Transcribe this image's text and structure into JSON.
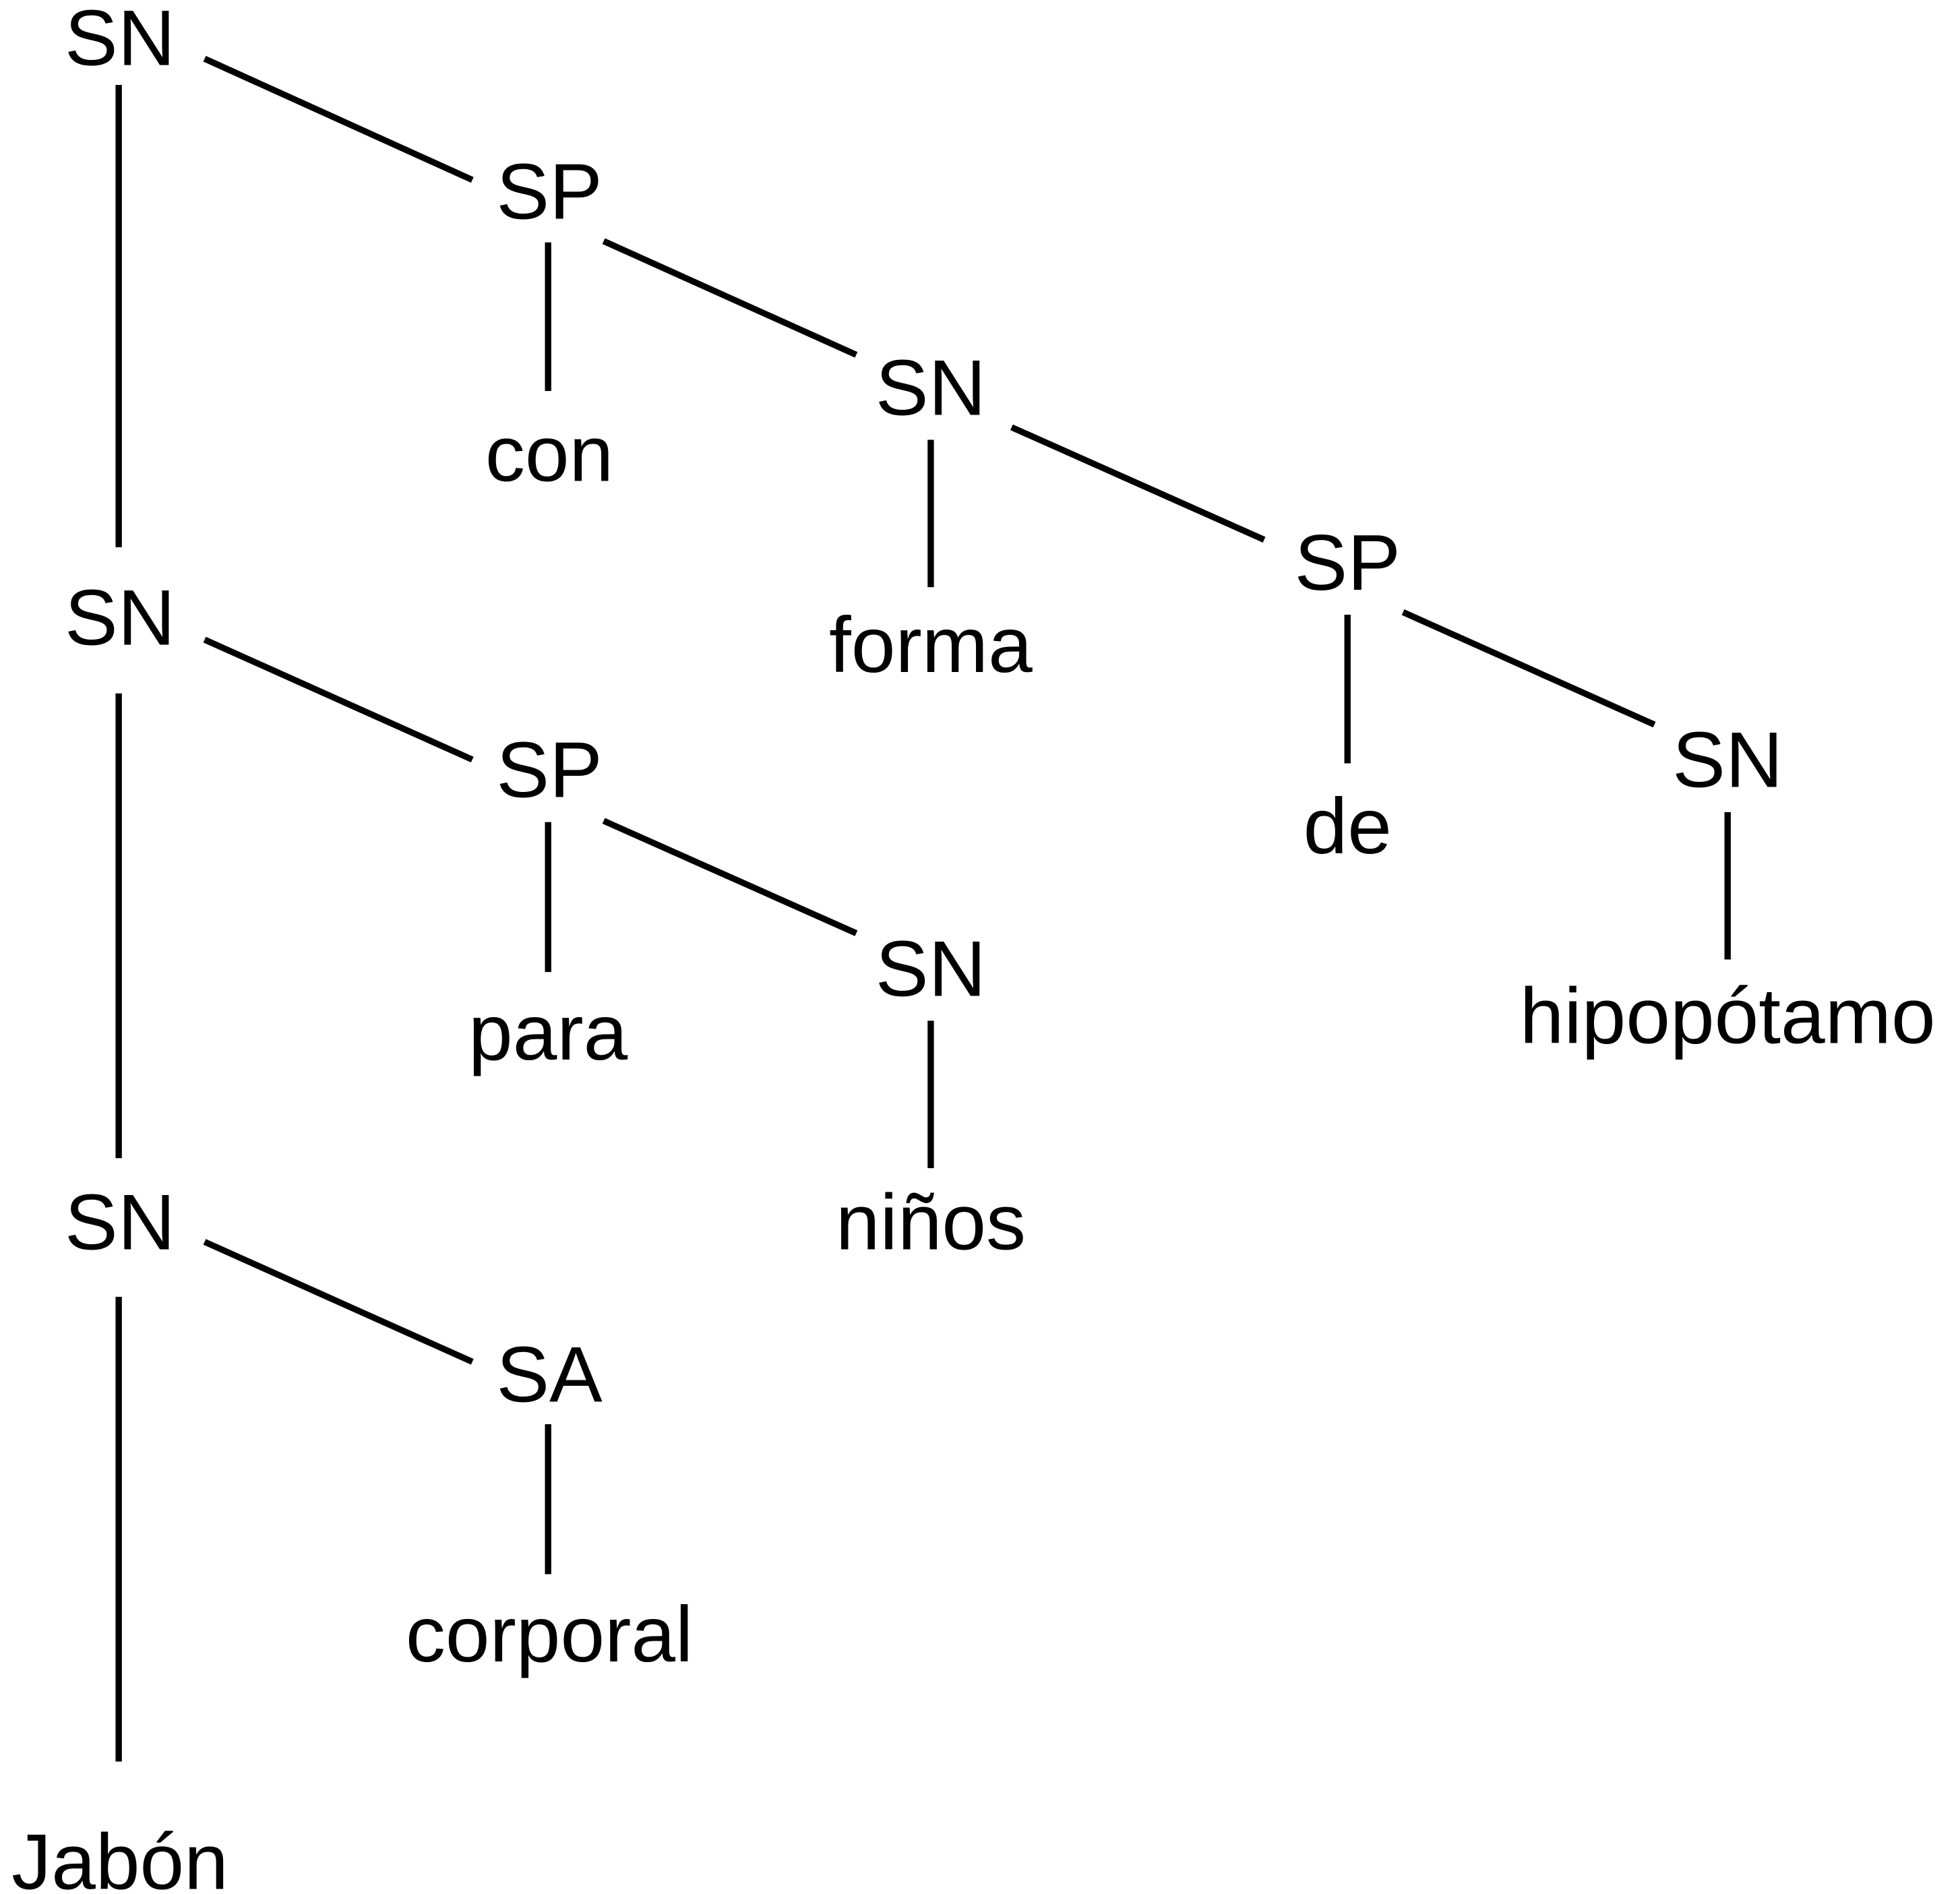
{
  "tree": {
    "nodes": [
      {
        "id": "n0",
        "label": "SN"
      },
      {
        "id": "n1",
        "label": "SP"
      },
      {
        "id": "n2",
        "label": "con"
      },
      {
        "id": "n3",
        "label": "SN"
      },
      {
        "id": "n4",
        "label": "forma"
      },
      {
        "id": "n5",
        "label": "SP"
      },
      {
        "id": "n6",
        "label": "de"
      },
      {
        "id": "n7",
        "label": "SN"
      },
      {
        "id": "n8",
        "label": "hipopótamo"
      },
      {
        "id": "n9",
        "label": "SN"
      },
      {
        "id": "n10",
        "label": "SP"
      },
      {
        "id": "n11",
        "label": "para"
      },
      {
        "id": "n12",
        "label": "SN"
      },
      {
        "id": "n13",
        "label": "niños"
      },
      {
        "id": "n14",
        "label": "SN"
      },
      {
        "id": "n15",
        "label": "SA"
      },
      {
        "id": "n16",
        "label": "corporal"
      },
      {
        "id": "n17",
        "label": "Jabón"
      }
    ],
    "edges": [
      [
        "n0",
        "n1"
      ],
      [
        "n0",
        "n9"
      ],
      [
        "n1",
        "n2"
      ],
      [
        "n1",
        "n3"
      ],
      [
        "n3",
        "n4"
      ],
      [
        "n3",
        "n5"
      ],
      [
        "n5",
        "n6"
      ],
      [
        "n5",
        "n7"
      ],
      [
        "n7",
        "n8"
      ],
      [
        "n9",
        "n10"
      ],
      [
        "n9",
        "n14"
      ],
      [
        "n10",
        "n11"
      ],
      [
        "n10",
        "n12"
      ],
      [
        "n12",
        "n13"
      ],
      [
        "n14",
        "n15"
      ],
      [
        "n14",
        "n17"
      ],
      [
        "n15",
        "n16"
      ]
    ]
  }
}
